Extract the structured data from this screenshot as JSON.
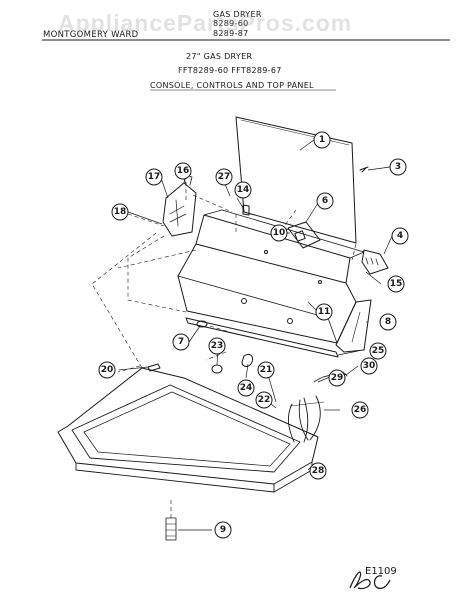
{
  "header": {
    "title": "GAS DRYER",
    "brand_line": "MONTGOMERY WARD",
    "model_line_top": "8289-60",
    "model_line_bottom": "8289-87",
    "subtitle": "27\" GAS DRYER",
    "models": "FFT8289-60  FFT8289-67",
    "section": "CONSOLE, CONTROLS AND TOP PANEL"
  },
  "watermark": "AppliancePartsPros.com",
  "diagram_code": "E1109",
  "handwritten_note": "DC",
  "callouts": {
    "c1": "1",
    "c3": "3",
    "c4": "4",
    "c6": "6",
    "c7": "7",
    "c8": "8",
    "c9": "9",
    "c10": "10",
    "c11": "11",
    "c14": "14",
    "c15": "15",
    "c16": "16",
    "c17": "17",
    "c18": "18",
    "c20": "20",
    "c21": "21",
    "c22": "22",
    "c23": "23",
    "c24": "24",
    "c25": "25",
    "c26": "26",
    "c27": "27",
    "c28": "28",
    "c29": "29",
    "c30": "30"
  },
  "colors": {
    "ink": "#1a1a1a",
    "watermark": "#969696"
  }
}
